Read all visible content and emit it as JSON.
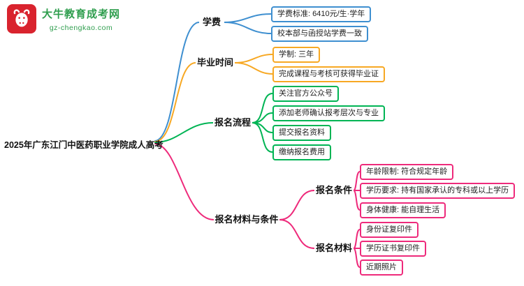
{
  "logo": {
    "title": "大牛教育成考网",
    "subtitle": "gz-chengkao.com",
    "brand_red": "#d9232e",
    "brand_green": "#2f9e4e"
  },
  "root": {
    "label": "2025年广东江门中医药职业学院成人高考"
  },
  "branches": [
    {
      "label": "学费",
      "color": "#3e8fd0",
      "children": [
        {
          "label": "学费标准: 6410元/生·学年"
        },
        {
          "label": "校本部与函授站学费一致"
        }
      ]
    },
    {
      "label": "毕业时间",
      "color": "#f7a823",
      "children": [
        {
          "label": "学制: 三年"
        },
        {
          "label": "完成课程与考核可获得毕业证"
        }
      ]
    },
    {
      "label": "报名流程",
      "color": "#00b454",
      "children": [
        {
          "label": "关注官方公众号"
        },
        {
          "label": "添加老师确认报考层次与专业"
        },
        {
          "label": "提交报名资料"
        },
        {
          "label": "缴纳报名费用"
        }
      ]
    },
    {
      "label": "报名材料与条件",
      "color": "#ee2a7b",
      "subgroups": [
        {
          "label": "报名条件",
          "children": [
            {
              "label": "年龄限制: 符合规定年龄"
            },
            {
              "label": "学历要求: 持有国家承认的专科或以上学历"
            },
            {
              "label": "身体健康: 能自理生活"
            }
          ]
        },
        {
          "label": "报名材料",
          "children": [
            {
              "label": "身份证复印件"
            },
            {
              "label": "学历证书复印件"
            },
            {
              "label": "近期照片"
            }
          ]
        }
      ]
    }
  ]
}
